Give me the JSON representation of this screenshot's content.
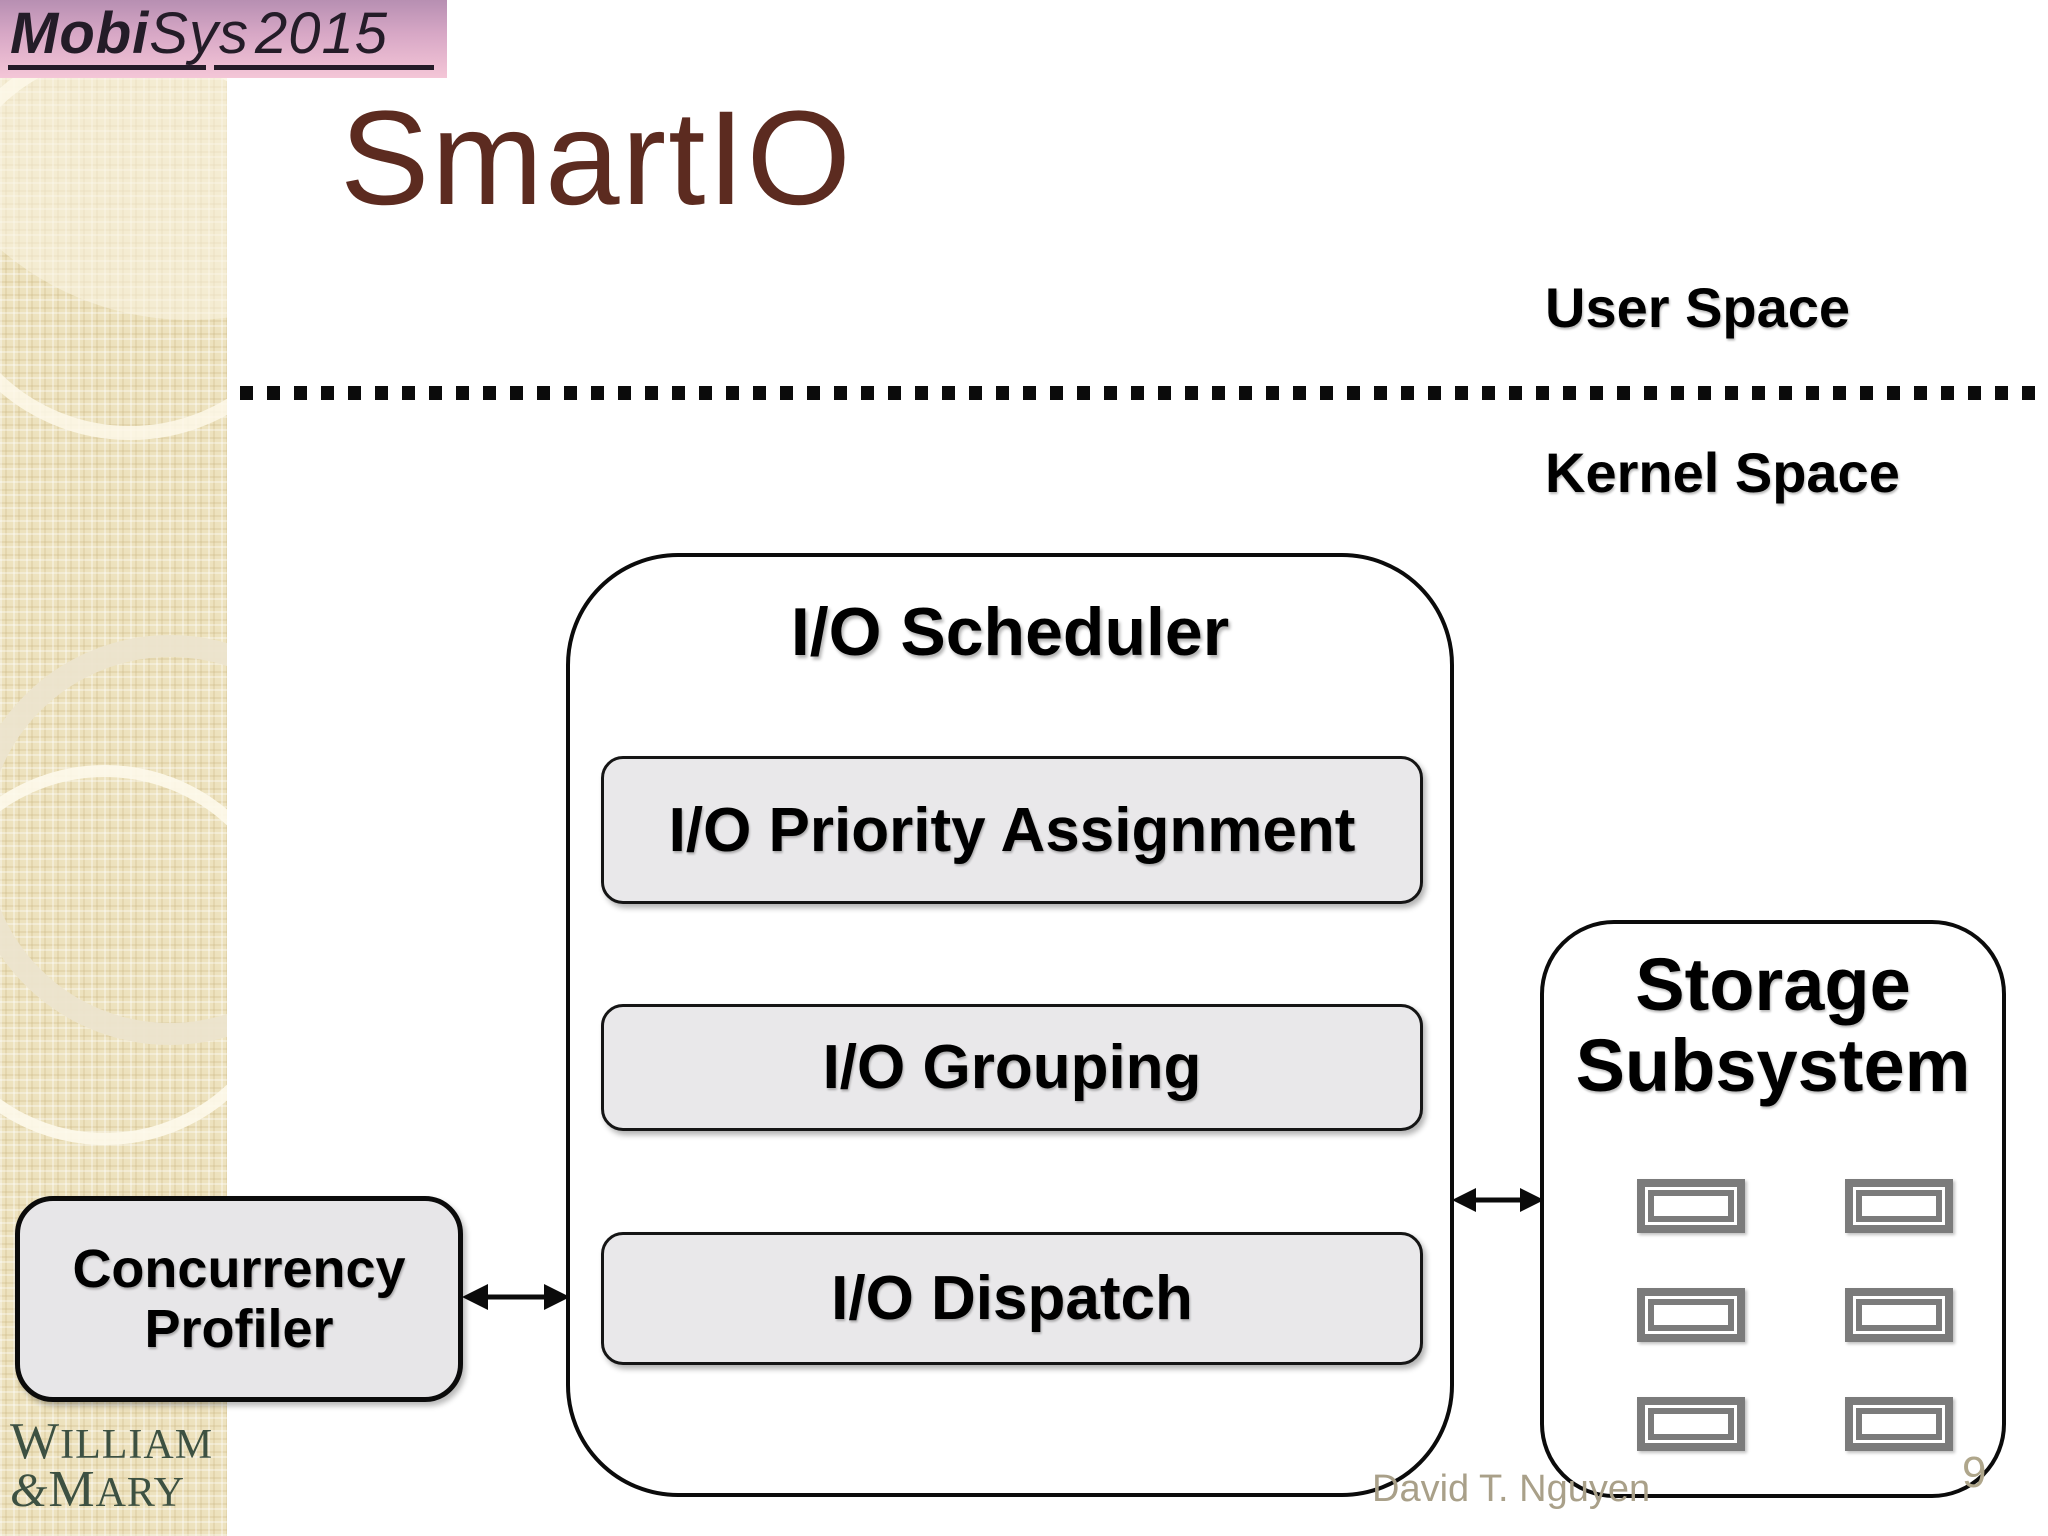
{
  "logo_mobisys": {
    "part_bold": "Mobi",
    "part_regular": "Sys",
    "year": "2015"
  },
  "slide": {
    "title": "SmartIO"
  },
  "spaces": {
    "user": "User Space",
    "kernel": "Kernel Space"
  },
  "scheduler": {
    "title": "I/O Scheduler",
    "modules": [
      "I/O Priority Assignment",
      "I/O Grouping",
      "I/O Dispatch"
    ]
  },
  "profiler": {
    "label": "Concurrency Profiler"
  },
  "storage": {
    "title": "Storage Subsystem",
    "chip_count": 6
  },
  "footer": {
    "author": "David T. Nguyen",
    "page": "9"
  },
  "university": {
    "line1_initial": "W",
    "line1_rest": "ILLIAM",
    "amp": "&",
    "line2_initial": "M",
    "line2_rest": "ARY"
  },
  "colors": {
    "title_text": "#5C2B20",
    "sidebar_tan": "#EDE2BE",
    "module_fill": "#E9E8EA",
    "box_border": "#0b0b0b",
    "chip_gray": "#7b7b7b",
    "footer_text": "#A9A089",
    "wm_green": "#3D5142",
    "mobisys_gradient_top": "#B78FB2",
    "mobisys_gradient_bottom": "#F4C6D7"
  }
}
